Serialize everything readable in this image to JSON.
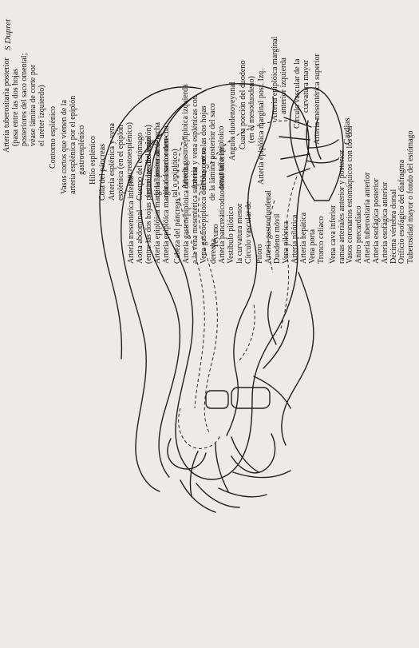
{
  "signature": "S Dupret",
  "labels": {
    "bottom": [
      "Tuberosidad mayor o fondo del estómago",
      "Orificio esofágico del diafragma",
      "Décima vértebra dorsal",
      "Arteria esofágica anterior",
      "Arteria esofágica posterior",
      "Arteria tuberositaria anterior",
      "Antro precardíaco",
      "Vasos coronarios estomáquicos con los dos",
      "ramas arteriales anterior y posterior",
      "Vena cava inferior",
      "Tronco celíaco",
      "Vena porta",
      "Arteria hepática",
      "Arteria pilórica",
      "Vena pilórica",
      "Duodeno móvil",
      "Arteria gastroduodenal",
      "Píloro",
      "Círculo vascular de",
      "la curvatura menor",
      "Vestíbulo pilórico",
      "Arteria pancreáticoduodenal inferior",
      "derecha",
      "Vena gastroepiploica derecha que va",
      "a la vena mesentérica superior",
      "Arteria gastroepiploica derecha",
      "Cabeza del páncreas",
      "Arteria epiplóica marginal anterior derecha",
      "Arteria epiplóica marginal posterior derecha",
      "(entre las dos hojas posteriores del epiplón)",
      "Aorta abdominal",
      "Arteria mesentérica inferior"
    ],
    "middle": [
      "Cardias"
    ],
    "top": [
      "Arteria tuberositaria posterior",
      "(pasa entre las dos hojas",
      "posteriores del saco omental;",
      "véase lámina de corte por",
      "el uréter izquierdo)",
      "Contorno esplénico",
      "Vasos cortos que vienen de la",
      "arteria esplénica por el epiplón",
      "gastroesplénico",
      "Hilio esplénico",
      "Cola del páncreas",
      "Arteria esplénica y vena",
      "esplénica (en el epiplón",
      "pancreatoesplénico)",
      "Cuerpo del estómago",
      "(entre las dos hojas",
      "de la lámina ante-",
      "rior del saco omen-",
      "tal o epiplóico)",
      "Arteria gastroepiploica izquierda",
      "Arteria y vena esplénicas con",
      "el bazo entre las dos hojas",
      "de la lámina posterior del saco",
      "omental o epiploico",
      "Yeyuno",
      "Angulo duodenoyeyunal",
      "Cuarta porción del duodeno",
      "(en el mesoduodeno)",
      "Arteria epiplóica marginal post. Izq.",
      "Arteria epiplóica marginal",
      "anterior izquierda",
      "Círculo vascular de la",
      "curvatura mayor",
      "Arteria mesentérica superior"
    ]
  }
}
